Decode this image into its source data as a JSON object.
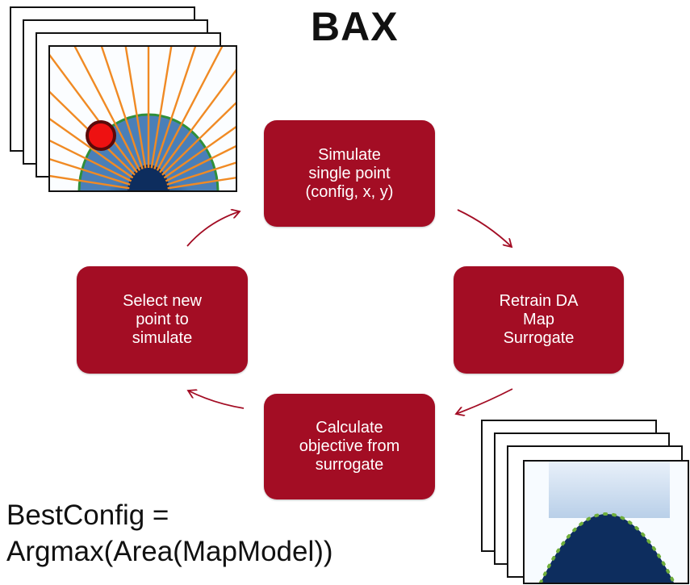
{
  "title": "BAX",
  "nodes": {
    "simulate": "Simulate\nsingle point\n(config, x, y)",
    "retrain": "Retrain DA\nMap\nSurrogate",
    "calculate": "Calculate\nobjective from\nsurrogate",
    "select": "Select new\npoint to\nsimulate"
  },
  "formula": {
    "line1": "BestConfig =",
    "line2": "Argmax(Area(MapModel))"
  },
  "colors": {
    "node_fill": "#a30d24",
    "arrow": "#a30d24",
    "ray": "#f08a24",
    "map_dark": "#0d2d5e",
    "map_edge": "#2f8f3a",
    "selected_point": "#ee1111"
  },
  "images": {
    "top_left_stack": "DA map stack with radial orange scan lines and a red selected point",
    "bottom_right_stack": "DA map stack with dark blue region and green dotted boundary"
  }
}
